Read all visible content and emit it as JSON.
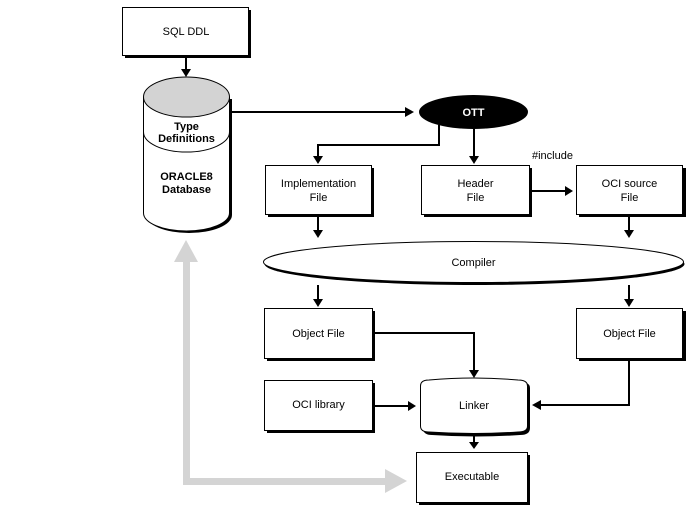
{
  "diagram": {
    "colors": {
      "stroke": "#000000",
      "database_top_fill": "#d3d3d3",
      "ott_fill": "#000000",
      "feedback_arrow": "#d4d4d4"
    },
    "nodes": {
      "sql_ddl": {
        "label": "SQL DDL",
        "shape": "box"
      },
      "database": {
        "label_top": [
          "Type",
          "Definitions"
        ],
        "label_bottom": [
          "ORACLE8",
          "Database"
        ],
        "shape": "cylinder"
      },
      "ott": {
        "label": "OTT",
        "shape": "ellipse-filled"
      },
      "implementation_file": {
        "lines": [
          "Implementation",
          "File"
        ],
        "shape": "box"
      },
      "header_file": {
        "lines": [
          "Header",
          "File"
        ],
        "shape": "box"
      },
      "oci_source_file": {
        "lines": [
          "OCI source",
          "File"
        ],
        "shape": "box"
      },
      "compiler": {
        "label": "Compiler",
        "shape": "ellipse"
      },
      "object_file_left": {
        "label": "Object File",
        "shape": "box"
      },
      "object_file_right": {
        "label": "Object File",
        "shape": "box"
      },
      "oci_library": {
        "label": "OCI library",
        "shape": "box"
      },
      "linker": {
        "label": "Linker",
        "shape": "rounded"
      },
      "executable": {
        "label": "Executable",
        "shape": "box"
      }
    },
    "edge_labels": {
      "include": "#include"
    },
    "edges": [
      {
        "from": "sql_ddl",
        "to": "database"
      },
      {
        "from": "database",
        "to": "ott"
      },
      {
        "from": "ott",
        "to": "implementation_file"
      },
      {
        "from": "ott",
        "to": "header_file"
      },
      {
        "from": "header_file",
        "to": "oci_source_file",
        "label": "#include"
      },
      {
        "from": "implementation_file",
        "to": "compiler"
      },
      {
        "from": "oci_source_file",
        "to": "compiler"
      },
      {
        "from": "compiler",
        "to": "object_file_left"
      },
      {
        "from": "compiler",
        "to": "object_file_right"
      },
      {
        "from": "object_file_left",
        "to": "linker"
      },
      {
        "from": "oci_library",
        "to": "linker"
      },
      {
        "from": "object_file_right",
        "to": "linker"
      },
      {
        "from": "linker",
        "to": "executable"
      },
      {
        "from": "executable",
        "to": "database",
        "bidirectional": true,
        "style": "gray-thick"
      }
    ]
  }
}
